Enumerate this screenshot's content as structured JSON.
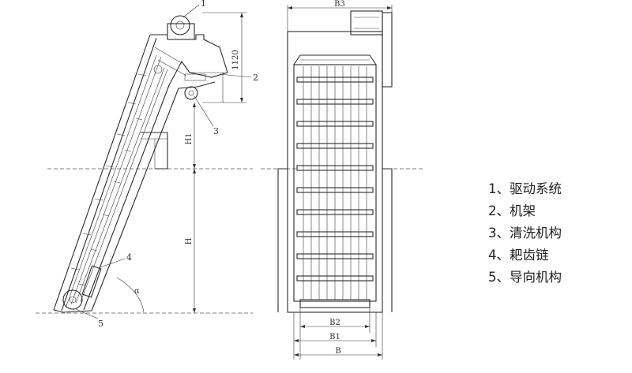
{
  "callouts": {
    "c1": "1",
    "c2": "2",
    "c3": "3",
    "c4": "4",
    "c5": "5"
  },
  "dimensions": {
    "top_height": "1120",
    "h1": "H1",
    "h": "H",
    "angle": "α",
    "b3": "B3",
    "b2": "B2",
    "b1": "B1",
    "b": "B"
  },
  "legend": [
    "1、驱动系统",
    "2、机架",
    "3、清洗机构",
    "4、耙齿链",
    "5、导向机构"
  ]
}
